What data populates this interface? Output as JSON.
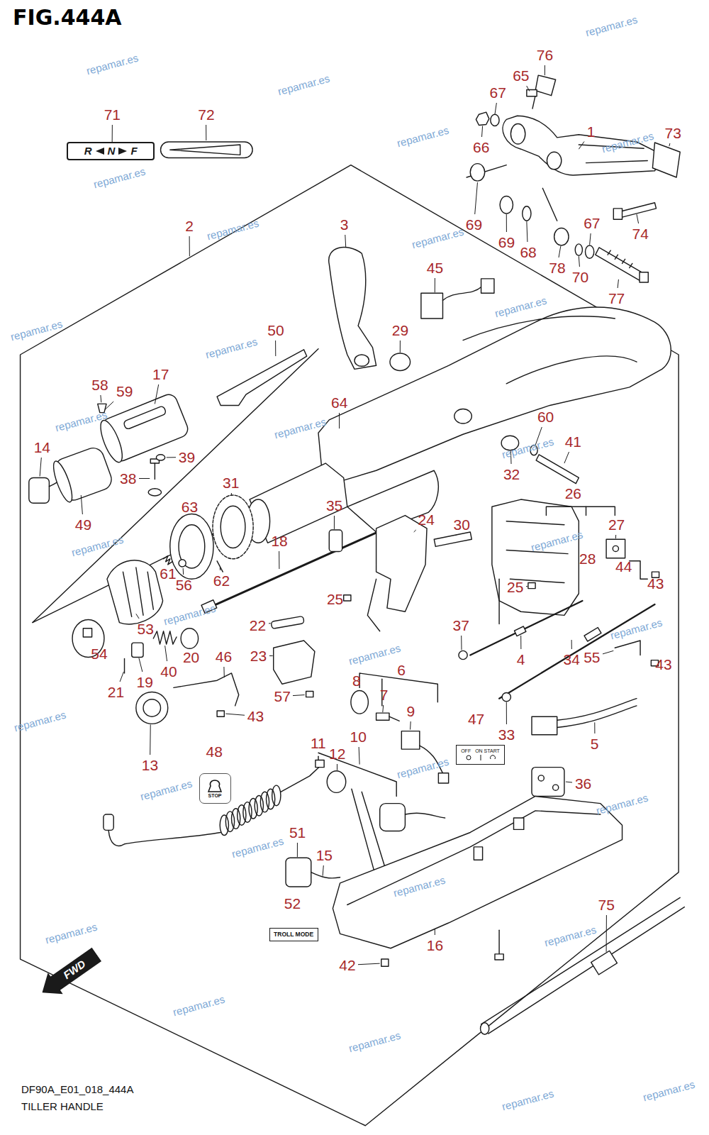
{
  "diagram": {
    "title": "FIG.444A",
    "caption": "TILLER HANDLE",
    "nodes": [
      {
        "text": [
          "R",
          "N",
          "F"
        ]
      },
      {
        "text": [
          "OFF",
          "ON START"
        ]
      },
      {
        "text": [
          "STOP"
        ]
      },
      {
        "text": [
          "TROLL MODE"
        ]
      },
      {
        "text": [
          "FWD"
        ]
      }
    ],
    "labels": [
      "DF90A_E01_018_444A",
      "71",
      "72",
      "76",
      "65",
      "67",
      "66",
      "1",
      "73",
      "69",
      "69",
      "68",
      "78",
      "70",
      "67",
      "74",
      "77",
      "2",
      "3",
      "45",
      "29",
      "50",
      "17",
      "58",
      "59",
      "14",
      "39",
      "38",
      "49",
      "64",
      "60",
      "41",
      "32",
      "26",
      "31",
      "63",
      "35",
      "24",
      "30",
      "27",
      "28",
      "44",
      "43",
      "18",
      "61",
      "56",
      "62",
      "25",
      "25",
      "53",
      "54",
      "40",
      "20",
      "19",
      "21",
      "22",
      "23",
      "46",
      "37",
      "4",
      "34",
      "55",
      "43",
      "6",
      "8",
      "7",
      "9",
      "57",
      "43",
      "47",
      "33",
      "5",
      "13",
      "48",
      "11",
      "12",
      "10",
      "36",
      "51",
      "15",
      "52",
      "16",
      "75",
      "42",
      "repamar.es",
      "repamar.es",
      "repamar.es",
      "repamar.es",
      "repamar.es",
      "repamar.es",
      "repamar.es",
      "repamar.es",
      "repamar.es",
      "repamar.es",
      "repamar.es",
      "repamar.es",
      "repamar.es",
      "repamar.es",
      "repamar.es",
      "repamar.es",
      "repamar.es",
      "repamar.es",
      "repamar.es",
      "repamar.es",
      "repamar.es",
      "repamar.es",
      "repamar.es",
      "repamar.es",
      "repamar.es",
      "repamar.es",
      "repamar.es",
      "repamar.es",
      "repamar.es",
      "repamar.es",
      "repamar.es"
    ]
  }
}
